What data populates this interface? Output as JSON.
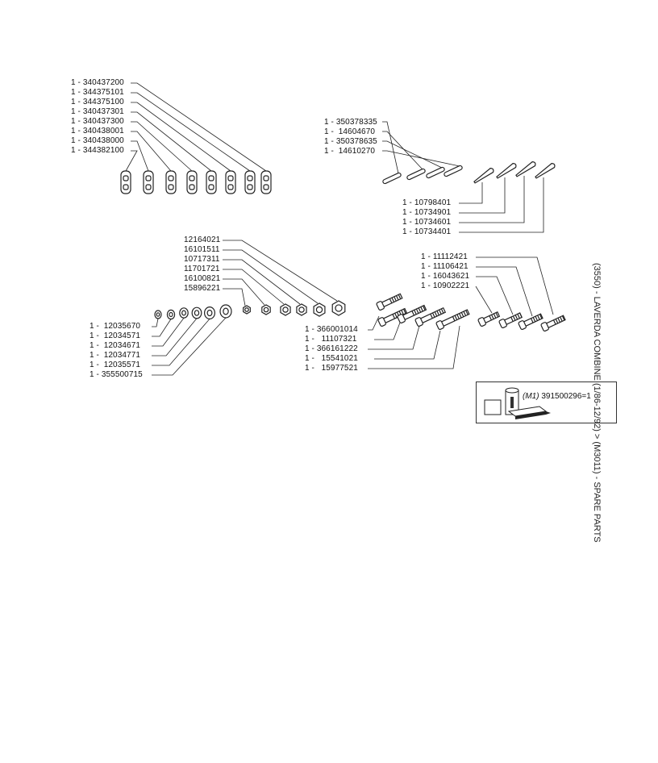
{
  "side_title": "(3550) - LAVERDA COMBINE (1/86-12/92) > (M3011) - SPARE PARTS",
  "colors": {
    "ink": "#111111",
    "paper": "#ffffff"
  },
  "groups": {
    "links": [
      "1 - 340437200",
      "1 - 344375101",
      "1 - 344375100",
      "1 - 340437301",
      "1 - 340437300",
      "1 - 340438001",
      "1 - 340438000",
      "1 - 344382100"
    ],
    "pins_top": [
      "1 - 350378335",
      "1 -  14604670",
      "1 - 350378635",
      "1 -  14610270"
    ],
    "pins_bottom": [
      "1 - 10798401",
      "1 - 10734901",
      "1 - 10734601",
      "1 - 10734401"
    ],
    "nuts": [
      "12164021",
      "16101511",
      "10717311",
      "11701721",
      "16100821",
      "15896221"
    ],
    "washers": [
      "1 -  12035670",
      "1 -  12034571",
      "1 -  12034671",
      "1 -  12034771",
      "1 -  12035571",
      "1 - 355500715"
    ],
    "bolts_right": [
      "1 - 11112421",
      "1 - 11106421",
      "1 - 16043621",
      "1 - 10902221"
    ],
    "bolts_left": [
      "1 - 366001014",
      "1 -   11107321",
      "1 - 366161222",
      "1 -   15541021",
      "1 -   15977521"
    ]
  },
  "kit": {
    "code": "(M1)",
    "value": "391500296=1"
  }
}
